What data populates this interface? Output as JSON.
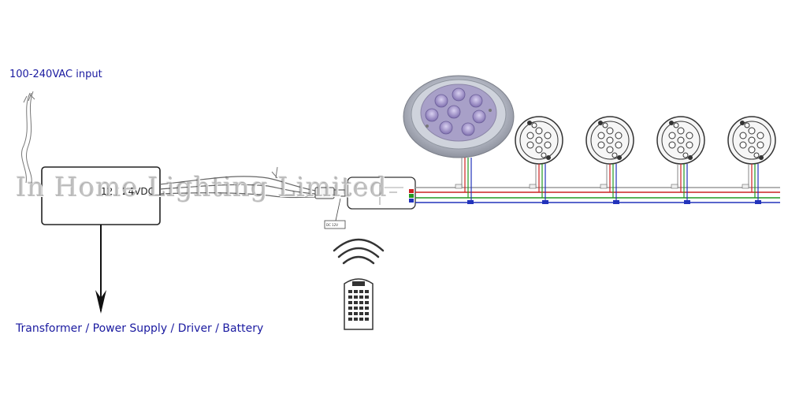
{
  "labels": {
    "input": "100-240VAC  input",
    "output": "Transformer / Power Supply / Driver / Battery",
    "psu_voltage": "12 / 24VDC",
    "watermark": "In Home Lighting Limited",
    "plug": "DC 12V"
  },
  "colors": {
    "label_text": "#1a1aa0",
    "wire_red": "#cc2222",
    "wire_green": "#229922",
    "wire_blue": "#2233bb",
    "wire_gray": "#9a9a9a",
    "metal": "#c4c8d0",
    "led_purple": "#8878b8"
  },
  "icons": [
    "remote-icon",
    "wireless-signal-icon",
    "led-light-icon"
  ]
}
